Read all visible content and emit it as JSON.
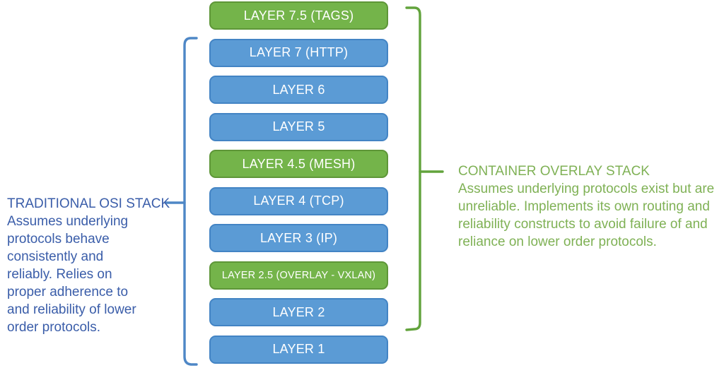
{
  "diagram": {
    "layers": [
      {
        "label": "LAYER 7.5 (TAGS)",
        "type": "overlay"
      },
      {
        "label": "LAYER 7 (HTTP)",
        "type": "osi"
      },
      {
        "label": "LAYER 6",
        "type": "osi"
      },
      {
        "label": "LAYER 5",
        "type": "osi"
      },
      {
        "label": "LAYER 4.5 (MESH)",
        "type": "overlay"
      },
      {
        "label": "LAYER 4 (TCP)",
        "type": "osi"
      },
      {
        "label": "LAYER 3 (IP)",
        "type": "osi"
      },
      {
        "label": "LAYER 2.5 (OVERLAY - VXLAN)",
        "type": "overlay"
      },
      {
        "label": "LAYER 2",
        "type": "osi"
      },
      {
        "label": "LAYER 1",
        "type": "osi"
      }
    ],
    "left_annotation": {
      "title": "TRADITIONAL OSI STACK",
      "lines": [
        "TRADITIONAL OSI STACK",
        "Assumes underlying",
        "protocols behave",
        "consistently and",
        "reliably. Relies on",
        "proper adherence to",
        "and reliability of lower",
        "order protocols."
      ]
    },
    "right_annotation": {
      "title": "CONTAINER OVERLAY STACK",
      "lines": [
        "CONTAINER OVERLAY STACK",
        "Assumes underlying protocols exist but are",
        "unreliable. Implements its own routing and",
        "reliability constructs to avoid failure of and",
        "reliance on lower order protocols."
      ]
    },
    "colors": {
      "osi_fill": "#5B9BD5",
      "osi_border": "#4384C4",
      "overlay_fill": "#74B44A",
      "overlay_border": "#5E9638",
      "box_text": "#FFFFFF",
      "bracket_blue": "#4E87C6",
      "bracket_green": "#62A33C",
      "left_text": "#3A5DA9",
      "right_text": "#7FB155"
    }
  }
}
